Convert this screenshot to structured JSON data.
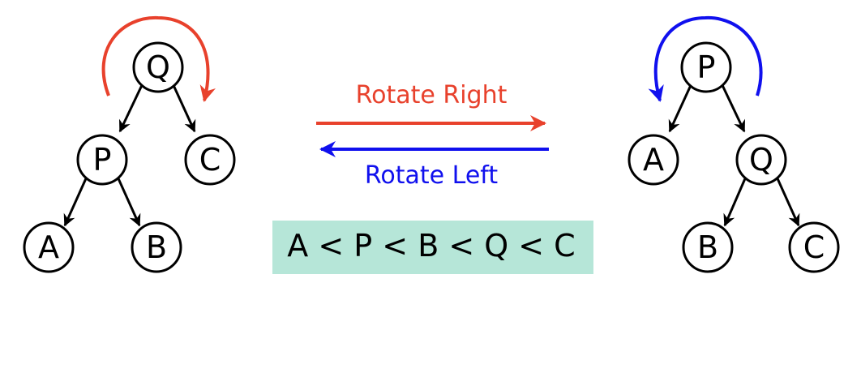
{
  "left_tree": {
    "nodes": [
      {
        "id": "Q",
        "label": "Q"
      },
      {
        "id": "P",
        "label": "P"
      },
      {
        "id": "C",
        "label": "C"
      },
      {
        "id": "A",
        "label": "A"
      },
      {
        "id": "B",
        "label": "B"
      }
    ]
  },
  "right_tree": {
    "nodes": [
      {
        "id": "P",
        "label": "P"
      },
      {
        "id": "A",
        "label": "A"
      },
      {
        "id": "Q",
        "label": "Q"
      },
      {
        "id": "B",
        "label": "B"
      },
      {
        "id": "C",
        "label": "C"
      }
    ]
  },
  "operations": {
    "rotate_right": {
      "label": "Rotate Right",
      "color": "#e8412c"
    },
    "rotate_left": {
      "label": "Rotate Left",
      "color": "#1010ee"
    }
  },
  "ordering": {
    "text": "A < P < B < Q < C",
    "background": "#b6e6d8"
  }
}
